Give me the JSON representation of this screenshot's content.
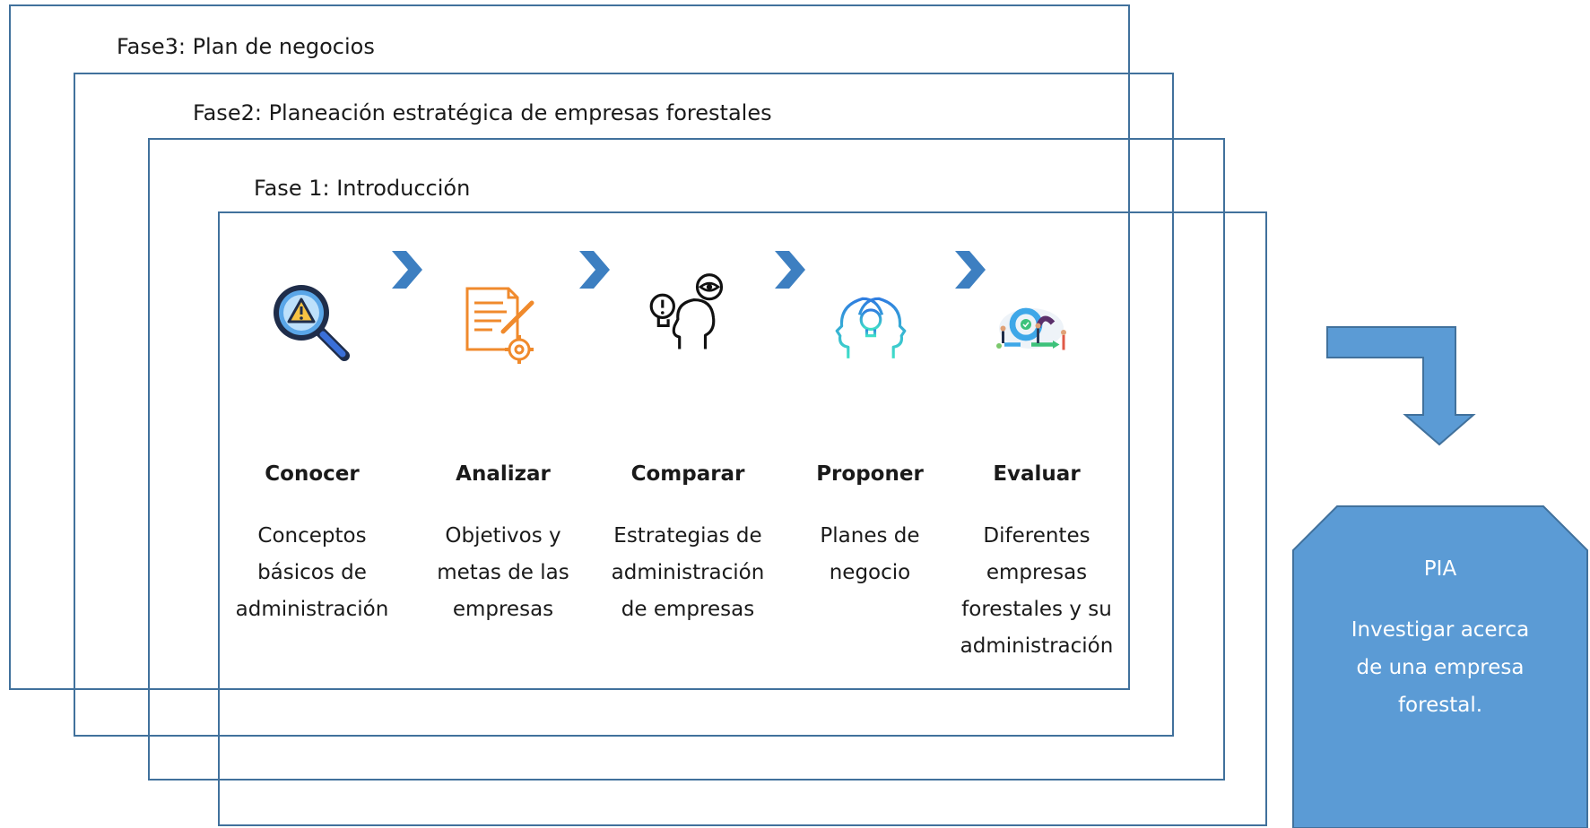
{
  "phases": {
    "phase3": "Fase3: Plan de negocios",
    "phase2": "Fase2: Planeación estratégica de empresas forestales",
    "phase1": "Fase 1: Introducción"
  },
  "steps": [
    {
      "icon": "magnifier-warning-icon",
      "title": "Conocer",
      "desc": [
        "Conceptos",
        "básicos de",
        "administración"
      ]
    },
    {
      "icon": "document-gear-icon",
      "title": "Analizar",
      "desc": [
        "Objetivos y",
        "metas de las",
        "empresas"
      ]
    },
    {
      "icon": "head-compare-icon",
      "title": "Comparar",
      "desc": [
        "Estrategias de",
        "administración",
        "de empresas"
      ]
    },
    {
      "icon": "lightbulb-heads-icon",
      "title": "Proponer",
      "desc": [
        "Planes de",
        "negocio"
      ]
    },
    {
      "icon": "team-cycle-icon",
      "title": "Evaluar",
      "desc": [
        "Diferentes",
        "empresas",
        "forestales y su",
        "administración"
      ]
    }
  ],
  "pia": {
    "title": "PIA",
    "desc": [
      "Investigar acerca",
      "de una empresa",
      "forestal."
    ]
  },
  "colors": {
    "frame": "#41719c",
    "chevron": "#3d7fc1",
    "pia_fill": "#5b9bd5",
    "arrow_fill": "#5b9bd5"
  }
}
